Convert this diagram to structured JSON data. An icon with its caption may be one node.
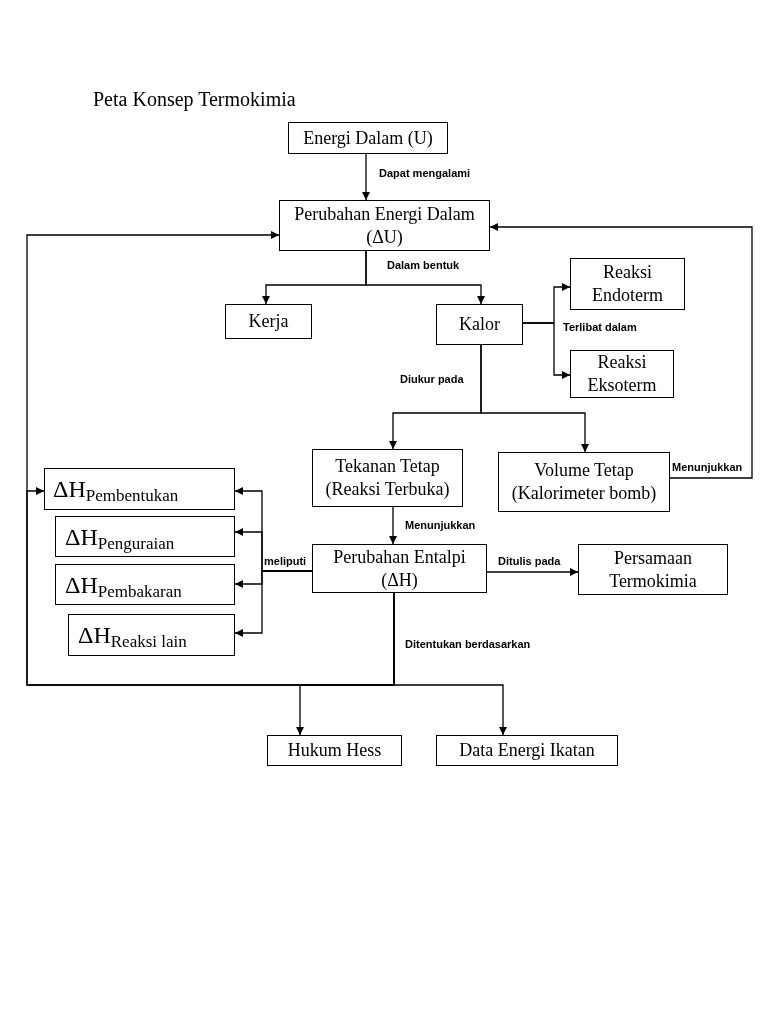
{
  "diagram": {
    "title": "Peta Konsep Termokimia",
    "nodes": [
      {
        "text": [
          "Energi Dalam (U)"
        ]
      },
      {
        "text": [
          "Perubahan Energi Dalam (ΔU)"
        ]
      },
      {
        "text": [
          "Kerja"
        ]
      },
      {
        "text": [
          "Kalor"
        ]
      },
      {
        "text": [
          "Reaksi Endoterm"
        ]
      },
      {
        "text": [
          "Reaksi Eksoterm"
        ]
      },
      {
        "text": [
          "Tekanan Tetap (Reaksi Terbuka)"
        ]
      },
      {
        "text": [
          "Volume Tetap (Kalorimeter bomb)"
        ]
      },
      {
        "text": [
          "ΔH$_{Pembentukan}$"
        ]
      },
      {
        "text": [
          "ΔH$_{Penguraian}$"
        ]
      },
      {
        "text": [
          "ΔH$_{Pembakaran}$"
        ]
      },
      {
        "text": [
          "ΔH$_{Reaksi lain}$"
        ]
      },
      {
        "text": [
          "Perubahan Entalpi (ΔH)"
        ]
      },
      {
        "text": [
          "Persamaan Termokimia"
        ]
      },
      {
        "text": [
          "Hukum Hess"
        ]
      },
      {
        "text": [
          "Data Energi Ikatan"
        ]
      }
    ],
    "edges": [
      {
        "from": 0,
        "to": 1,
        "arrow": "to",
        "label": "Dapat mengalami"
      },
      {
        "from": 1,
        "to": 2,
        "arrow": "to",
        "label": "Dalam bentuk"
      },
      {
        "from": 1,
        "to": 3,
        "arrow": "to"
      },
      {
        "from": 3,
        "to": 4,
        "arrow": "to",
        "label": "Terlibat dalam"
      },
      {
        "from": 3,
        "to": 5,
        "arrow": "to"
      },
      {
        "from": 3,
        "to": 6,
        "arrow": "to",
        "label": "Diukur pada"
      },
      {
        "from": 3,
        "to": 7,
        "arrow": "to"
      },
      {
        "from": 7,
        "to": 1,
        "arrow": "to",
        "label": "Menunjukkan"
      },
      {
        "from": 6,
        "to": 12,
        "arrow": "to",
        "label": "Menunjukkan"
      },
      {
        "from": 12,
        "to": 8,
        "arrow": "to",
        "label": "meliputi"
      },
      {
        "from": 12,
        "to": 9,
        "arrow": "to"
      },
      {
        "from": 12,
        "to": 10,
        "arrow": "to"
      },
      {
        "from": 12,
        "to": 11,
        "arrow": "to"
      },
      {
        "from": 12,
        "to": 13,
        "arrow": "to",
        "label": "Ditulis pada"
      },
      {
        "from": 12,
        "to": 14,
        "arrow": "to",
        "label": "Ditentukan berdasarkan"
      },
      {
        "from": 12,
        "to": 15,
        "arrow": "to"
      },
      {
        "from": 12,
        "to": 1,
        "arrow": "to"
      },
      {
        "from": 12,
        "to": 8,
        "arrow": "to"
      }
    ]
  }
}
